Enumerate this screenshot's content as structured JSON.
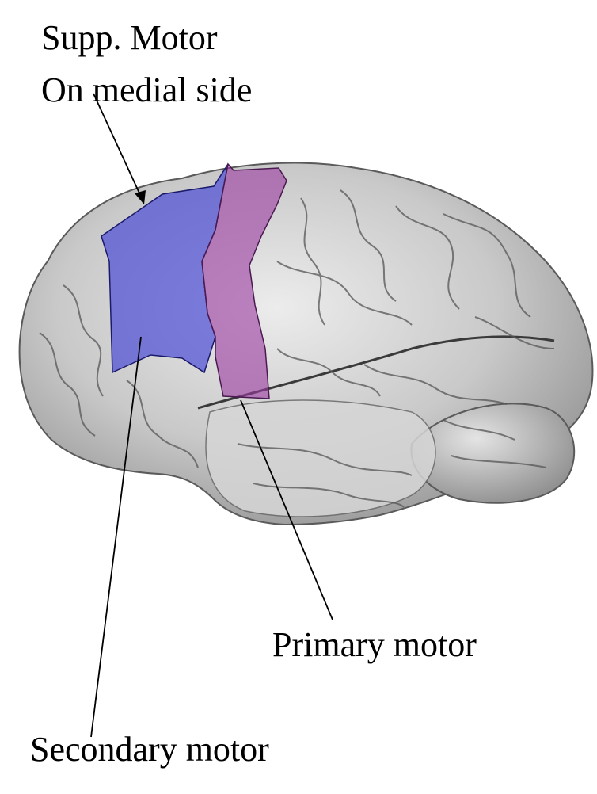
{
  "labels": {
    "supp_motor_line1": "Supp. Motor",
    "supp_motor_line2": "On medial side",
    "primary_motor": "Primary motor",
    "secondary_motor": "Secondary motor"
  },
  "colors": {
    "secondary_motor_region": "#3a3ad6",
    "primary_motor_region": "#9a3aa0",
    "brain_base": "#c9c9c9",
    "brain_shadow": "#6e6e6e",
    "leader_line": "#000000"
  },
  "icons": {
    "brain": "brain-illustration-icon"
  }
}
